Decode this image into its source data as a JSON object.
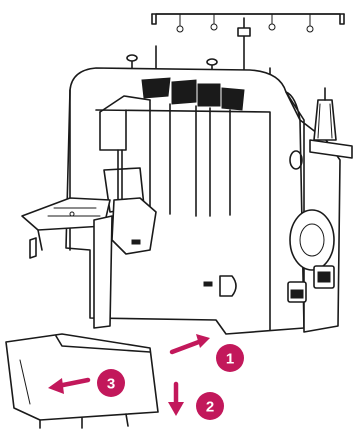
{
  "illustration": {
    "subject": "serger-overlock-machine",
    "accent_color": "#c2185b",
    "steps": [
      {
        "number": "1",
        "icon": "arrow-up-right-icon"
      },
      {
        "number": "2",
        "icon": "arrow-down-icon"
      },
      {
        "number": "3",
        "icon": "arrow-left-icon"
      }
    ]
  }
}
